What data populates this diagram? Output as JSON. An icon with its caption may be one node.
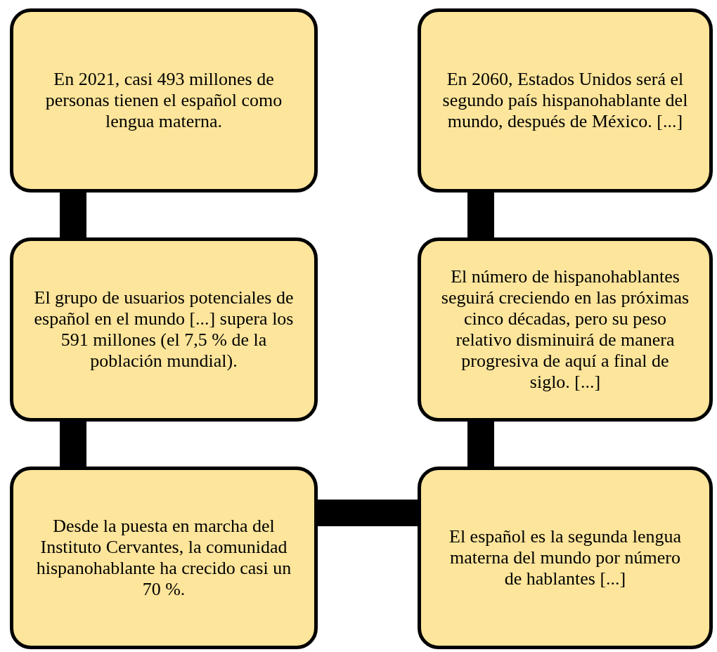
{
  "diagram": {
    "nodes": [
      {
        "text": [
          "En 2021, casi 493 millones de personas tienen el español como lengua materna."
        ]
      },
      {
        "text": [
          "En 2060, Estados Unidos será el segundo país hispanohablante del mundo, después de México. [...]"
        ]
      },
      {
        "text": [
          "El grupo de usuarios potenciales de español en el mundo [...] supera los 591 millones (el 7,5 % de la población mundial)."
        ]
      },
      {
        "text": [
          "El número de hispanohablantes seguirá creciendo en las próximas cinco décadas, pero su peso relativo disminuirá de manera progresiva de aquí a final de siglo. [...]"
        ]
      },
      {
        "text": [
          "Desde la puesta en marcha del Instituto Cervantes, la comunidad hispanohablante ha crecido casi un 70 %."
        ]
      },
      {
        "text": [
          "El español es la segunda lengua materna del mundo por número de hablantes [...]"
        ]
      }
    ],
    "edges": [
      {
        "from": 0,
        "to": 2,
        "arrow": "none"
      },
      {
        "from": 2,
        "to": 4,
        "arrow": "none"
      },
      {
        "from": 4,
        "to": 5,
        "arrow": "none"
      },
      {
        "from": 5,
        "to": 3,
        "arrow": "none"
      },
      {
        "from": 3,
        "to": 1,
        "arrow": "none"
      }
    ]
  }
}
